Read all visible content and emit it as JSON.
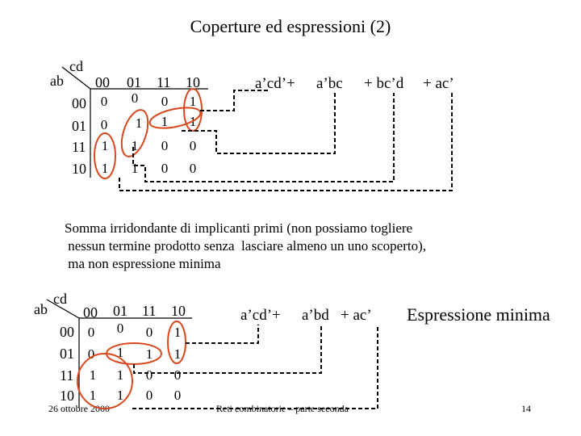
{
  "slide": {
    "title": "Coperture ed espressioni (2)",
    "note": "Somma irridondante di implicanti primi (non possiamo togliere\n nessun termine prodotto senza  lasciare almeno un uno scoperto),\n ma non espressione minima",
    "minimal_label": "Espressione minima",
    "footer_date": "26 ottobre 2000",
    "footer_title": "Reti combinatorie – parte seconda",
    "footer_page": "14"
  },
  "map1": {
    "var_cd": "cd",
    "var_ab": "ab",
    "col_headers": [
      "00",
      "01",
      "11",
      "10"
    ],
    "row_headers": [
      "00",
      "01",
      "11",
      "10"
    ],
    "cells": [
      [
        "0",
        "0",
        "0",
        "1"
      ],
      [
        "0",
        "1",
        "1",
        "1"
      ],
      [
        "1",
        "1",
        "0",
        "0"
      ],
      [
        "1",
        "1",
        "0",
        "0"
      ]
    ],
    "expr": {
      "t1": "a’cd’+",
      "t2": "a’bc",
      "t3": "+ bc’d",
      "t4": "+ ac’"
    }
  },
  "map2": {
    "var_cd": "cd",
    "var_ab": "ab",
    "col_headers": [
      "00",
      "01",
      "11",
      "10"
    ],
    "row_headers": [
      "00",
      "01",
      "11",
      "10"
    ],
    "cells": [
      [
        "0",
        "0",
        "0",
        "1"
      ],
      [
        "0",
        "1",
        "1",
        "1"
      ],
      [
        "1",
        "1",
        "0",
        "0"
      ],
      [
        "1",
        "1",
        "0",
        "0"
      ]
    ],
    "expr": {
      "t1": "a’cd’+",
      "t2": "a’bd",
      "t3": "+ ac’"
    }
  },
  "colors": {
    "circle": "#d9481c",
    "dash": "#000000"
  }
}
